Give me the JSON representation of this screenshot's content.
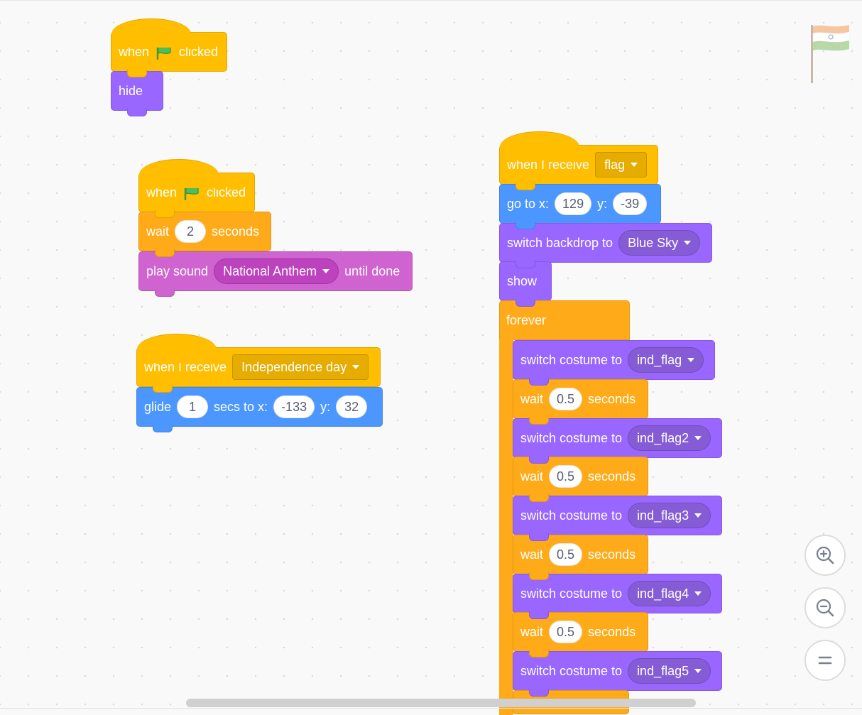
{
  "scripts": {
    "s1": {
      "hat_when": "when",
      "hat_clicked": "clicked",
      "hide": "hide"
    },
    "s2": {
      "hat_when": "when",
      "hat_clicked": "clicked",
      "wait": "wait",
      "wait_value": "2",
      "seconds": "seconds",
      "play_sound": "play sound",
      "sound_name": "National Anthem",
      "until_done": "until done"
    },
    "s3": {
      "receive": "when I receive",
      "message": "Independence day",
      "glide": "glide",
      "glide_secs": "1",
      "secs_to_x": "secs to x:",
      "x_value": "-133",
      "y_label": "y:",
      "y_value": "32"
    },
    "s4": {
      "receive": "when I receive",
      "message": "flag",
      "goto": "go to x:",
      "x_value": "129",
      "y_label": "y:",
      "y_value": "-39",
      "backdrop": "switch backdrop to",
      "backdrop_name": "Blue Sky",
      "show": "show",
      "forever": "forever",
      "switch_costume": "switch costume to",
      "wait": "wait",
      "seconds": "seconds",
      "wait_value": "0.5",
      "costumes": [
        "ind_flag",
        "ind_flag2",
        "ind_flag3",
        "ind_flag4",
        "ind_flag5"
      ]
    }
  },
  "colors": {
    "events": "#ffbf00",
    "control": "#ffab19",
    "looks": "#9966ff",
    "motion": "#4c97ff",
    "sound": "#cf63cf"
  },
  "icons": {
    "green_flag": "green-flag-icon",
    "zoom_in": "zoom-in-icon",
    "zoom_out": "zoom-out-icon",
    "zoom_reset": "zoom-reset-icon",
    "sprite": "india-flag-sprite-icon"
  }
}
